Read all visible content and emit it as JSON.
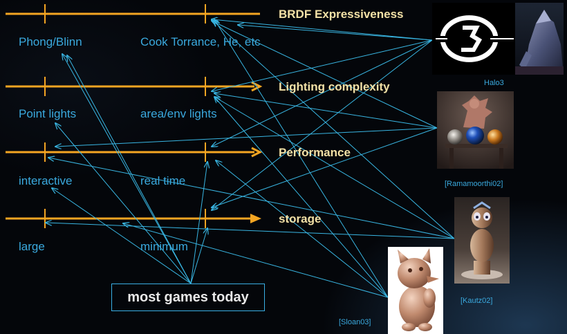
{
  "axes": [
    {
      "title": "BRDF Expressiveness",
      "left": "Phong/Blinn",
      "right": "Cook Torrance, He, etc"
    },
    {
      "title": "Lighting complexity",
      "left": "Point lights",
      "right": "area/env lights"
    },
    {
      "title": "Performance",
      "left": "interactive",
      "right": "real time"
    },
    {
      "title": "storage",
      "left": "large",
      "right": "minimum"
    }
  ],
  "games_box": "most games today",
  "images": [
    {
      "name": "Halo3",
      "caption": "Halo3"
    },
    {
      "name": "Ramamoorthi02",
      "caption": "[Ramamoorthi02]"
    },
    {
      "name": "Kautz02",
      "caption": "[Kautz02]"
    },
    {
      "name": "Sloan03",
      "caption": "[Sloan03]"
    }
  ],
  "colors": {
    "axis": "#f4a522",
    "link": "#39b6e3",
    "label": "#3aa9de",
    "title": "#f3e1a6"
  }
}
